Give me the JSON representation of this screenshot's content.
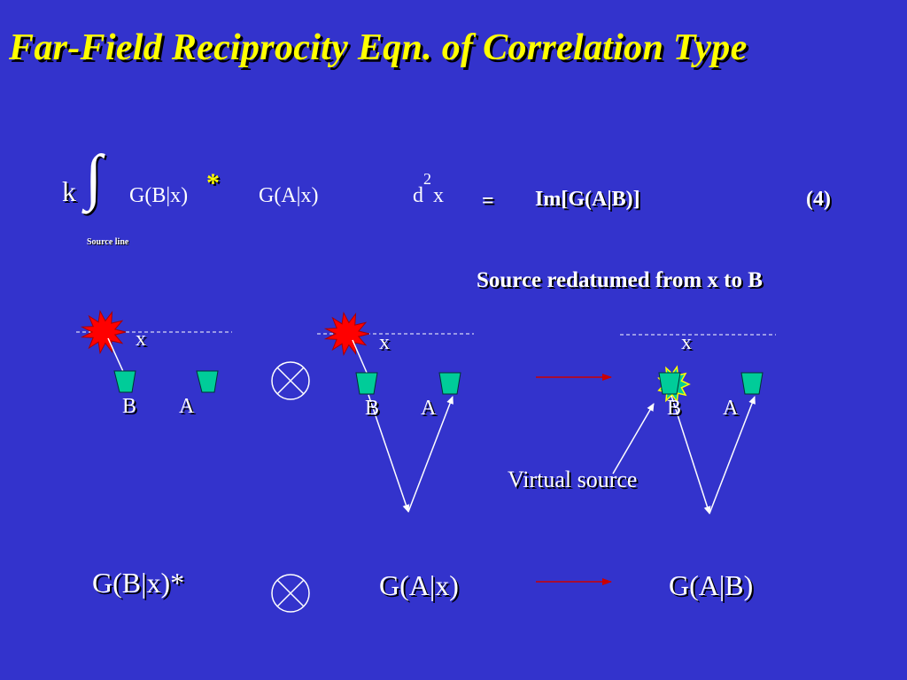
{
  "slide": {
    "title": "Far-Field Reciprocity Eqn. of Correlation Type"
  },
  "equation": {
    "k": "k",
    "integral": "∫",
    "subscript": "Source line",
    "term1": "G(B|x)",
    "star": "*",
    "term2": "G(A|x)",
    "d": "d",
    "exp": "2",
    "x": "x",
    "equals": "=",
    "rhs": "Im[G(A|B)]",
    "number": "(4)"
  },
  "caption": "Source redatumed from x to B",
  "panels": {
    "p1": {
      "x": "x",
      "b": "B",
      "a": "A"
    },
    "p2": {
      "x": "x",
      "b": "B",
      "a": "A"
    },
    "p3": {
      "x": "x",
      "b": "B",
      "a": "A"
    }
  },
  "virtual_source": "Virtual source",
  "bottom": {
    "g1": "G(B|x)*",
    "g2": "G(A|x)",
    "g3": "G(A|B)"
  },
  "colors": {
    "background": "#3333cc",
    "title": "#ffff00",
    "receiver": "#00cc99",
    "source": "#ff0000",
    "arrow": "#cc0000"
  }
}
